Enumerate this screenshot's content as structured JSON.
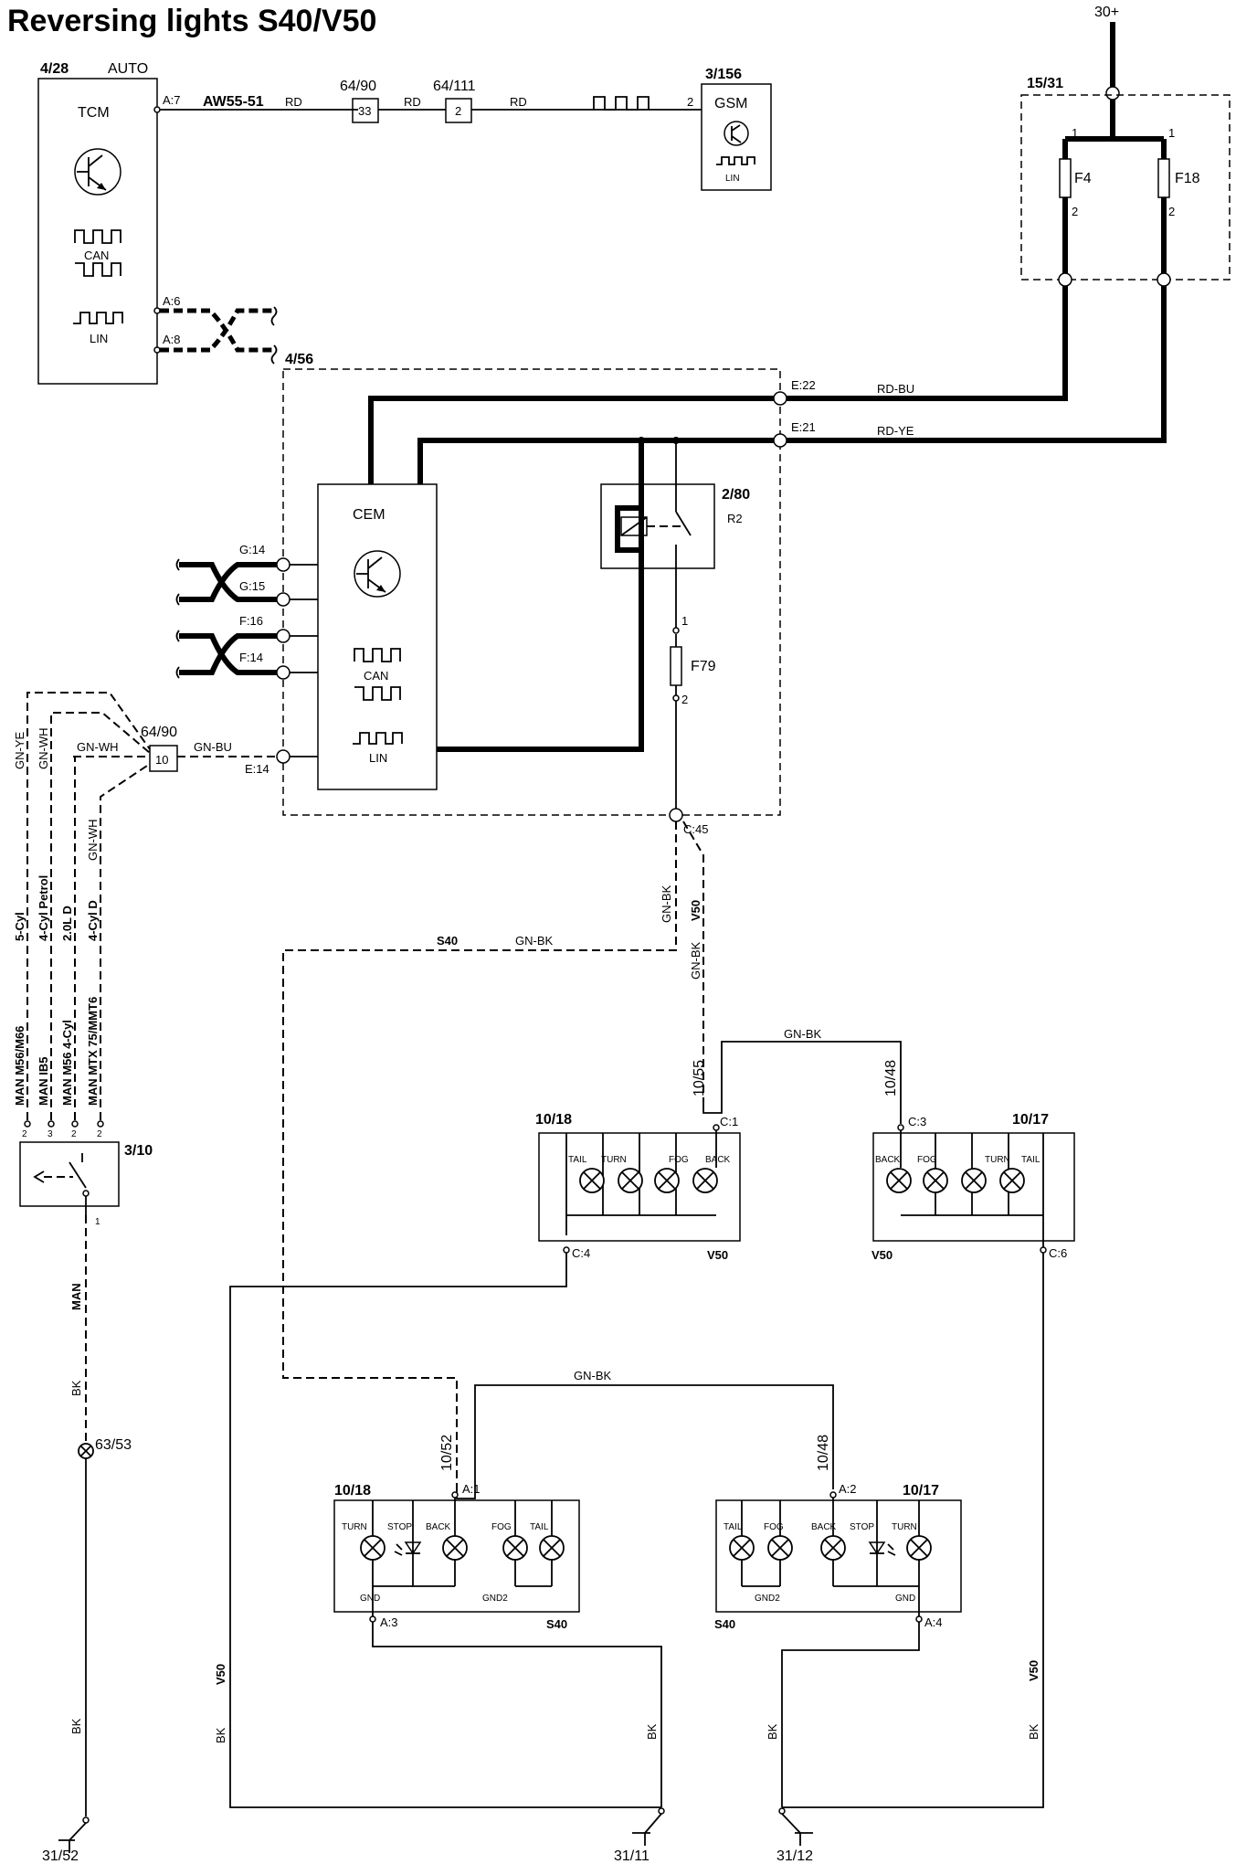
{
  "title": "Reversing lights S40/V50",
  "supply": "30+",
  "components": {
    "tcm": {
      "ref": "4/28",
      "mode": "AUTO",
      "name": "TCM",
      "can": "CAN",
      "lin": "LIN",
      "pin_a7": "A:7",
      "pin_a6": "A:6",
      "pin_a8": "A:8",
      "wire_code": "AW55-51"
    },
    "gsm": {
      "ref": "3/156",
      "name": "GSM",
      "lin": "LIN",
      "pin": "2"
    },
    "splice_64_90_top": {
      "ref": "64/90",
      "num": "33"
    },
    "splice_64_111": {
      "ref": "64/111",
      "num": "2"
    },
    "fusebox": {
      "ref": "15/31",
      "f4": "F4",
      "f18": "F18",
      "pin1": "1",
      "pin2": "2"
    },
    "cem": {
      "ref": "4/56",
      "name": "CEM",
      "can": "CAN",
      "lin": "LIN",
      "pins": [
        "G:14",
        "G:15",
        "F:16",
        "F:14",
        "E:14"
      ],
      "e22": "E:22",
      "e21": "E:21",
      "c45": "C:45"
    },
    "relay": {
      "ref": "2/80",
      "name": "R2"
    },
    "fuse79": {
      "name": "F79",
      "pin1": "1",
      "pin2": "2"
    },
    "splice_64_90_left": {
      "ref": "64/90",
      "num": "10"
    },
    "switch": {
      "ref": "3/10",
      "pin1": "1",
      "pins_top": [
        "2",
        "3",
        "2",
        "2"
      ]
    },
    "lamp_63_53": {
      "ref": "63/53"
    },
    "v50_left": {
      "ref": "10/18",
      "labels": [
        "TAIL",
        "TURN",
        "FOG",
        "BACK"
      ],
      "pin_c1": "C:1",
      "pin_c4": "C:4",
      "model": "V50"
    },
    "v50_right": {
      "ref": "10/17",
      "labels": [
        "BACK",
        "FOG",
        "TURN",
        "TAIL"
      ],
      "pin_c3": "C:3",
      "pin_c6": "C:6",
      "model": "V50"
    },
    "s40_left": {
      "ref": "10/18",
      "labels": [
        "TURN",
        "STOP",
        "BACK",
        "FOG",
        "TAIL"
      ],
      "gnd": "GND",
      "gnd2": "GND2",
      "pin_a1": "A:1",
      "pin_a3": "A:3",
      "model": "S40"
    },
    "s40_right": {
      "ref": "10/17",
      "labels": [
        "TAIL",
        "FOG",
        "BACK",
        "STOP",
        "TURN"
      ],
      "gnd": "GND",
      "gnd2": "GND2",
      "pin_a2": "A:2",
      "pin_a4": "A:4",
      "model": "S40"
    }
  },
  "wires": {
    "rd": "RD",
    "rd_bu": "RD-BU",
    "rd_ye": "RD-YE",
    "gn_bu": "GN-BU",
    "gn_wh": "GN-WH",
    "gn_ye": "GN-YE",
    "gn_bk": "GN-BK",
    "bk": "BK",
    "s40": "S40",
    "v50": "V50",
    "man": "MAN",
    "w10_55": "10/55",
    "w10_48": "10/48",
    "w10_52": "10/52"
  },
  "variants": [
    "5-Cyl",
    "4-Cyl Petrol",
    "2.0L D",
    "4-Cyl D"
  ],
  "gearboxes": [
    "MAN  M56/M66",
    "MAN  IB5",
    "MAN  M56 4-Cyl",
    "MAN  MTX 75/MMT6"
  ],
  "grounds": [
    "31/52",
    "31/11",
    "31/12"
  ]
}
